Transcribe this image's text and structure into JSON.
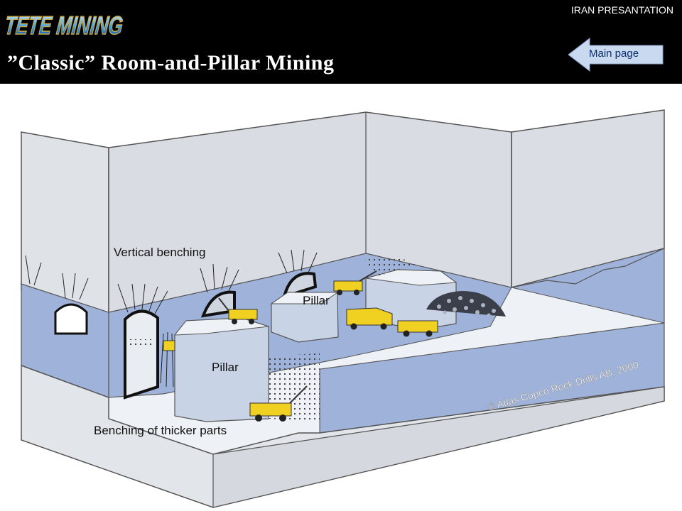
{
  "header": {
    "logo_text": "TETE MINING",
    "presentation_label": "IRAN PRESANTATION",
    "title": "”Classic” Room-and-Pillar Mining"
  },
  "nav": {
    "main_page_label": "Main page",
    "arrow_color": "#c9daf0"
  },
  "diagram": {
    "labels": {
      "vertical_benching": "Vertical benching",
      "pillar_upper": "Pillar",
      "pillar_lower": "Pillar",
      "benching_thicker": "Benching of thicker parts"
    },
    "copyright": "© Atlas Copco Rock Drills AB, 2000",
    "colors": {
      "ore_seam": "#9fb3da",
      "rock": "#d9dce2",
      "floor": "#eef1f6",
      "equipment": "#f0d020"
    }
  }
}
